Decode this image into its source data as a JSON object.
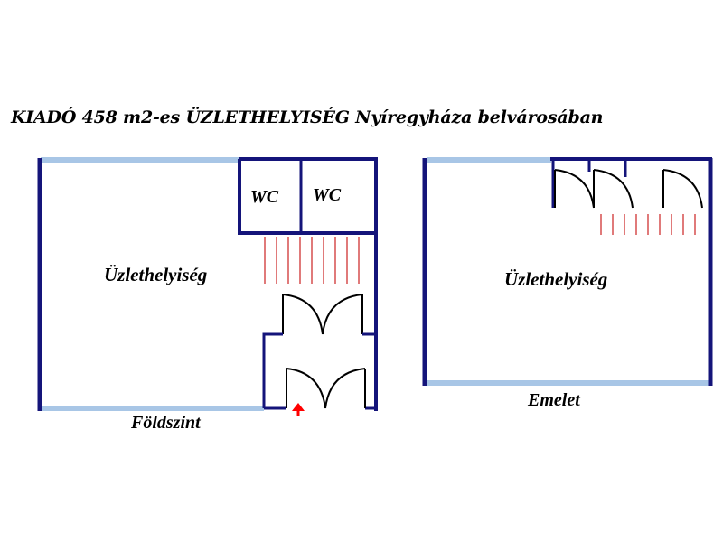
{
  "title": "KIADÓ 458 m2-es ÜZLETHELYISÉG Nyíregyháza belvárosában",
  "ground_floor": {
    "caption": "Földszint",
    "room_label": "Üzlethelyiség",
    "wc_1": "WC",
    "wc_2": "WC"
  },
  "upper_floor": {
    "caption": "Emelet",
    "room_label": "Üzlethelyiség"
  },
  "colors": {
    "wall": "#14147a",
    "window": "#a8c6e6",
    "stair": "#cc2222",
    "entrance_arrow": "#ff0000"
  }
}
